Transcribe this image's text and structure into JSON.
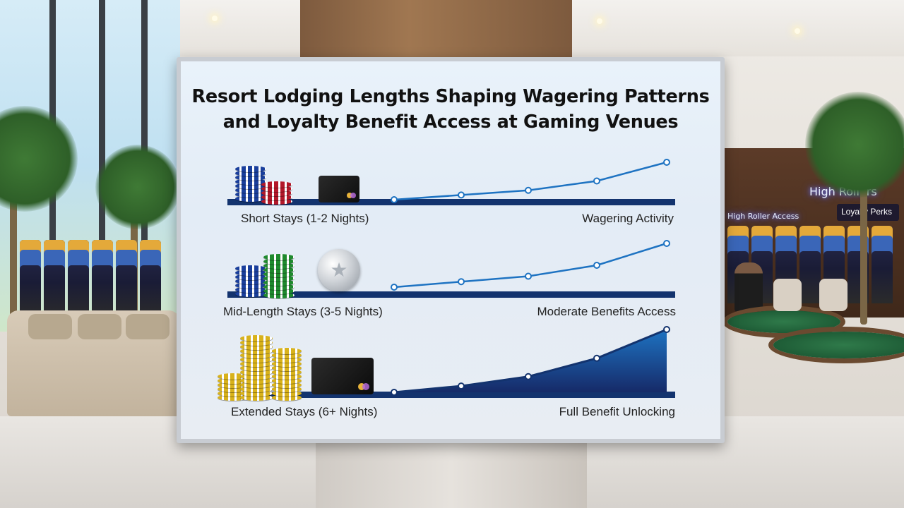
{
  "title": {
    "line1": "Resort Lodging Lengths Shaping Wagering Patterns",
    "line2": "and Loyalty Benefit Access at Gaming Venues"
  },
  "rows": [
    {
      "label": "Short Stays (1-2 Nights)",
      "metric": "Wagering Activity",
      "trend": [
        1,
        2,
        3,
        5,
        9
      ],
      "fill": false
    },
    {
      "label": "Mid-Length Stays (3-5 Nights)",
      "metric": "Moderate Benefits Access",
      "trend": [
        1,
        2,
        3,
        5,
        9
      ],
      "fill": false
    },
    {
      "label": "Extended Stays (6+ Nights)",
      "metric": "Full Benefit Unlocking",
      "trend": [
        1,
        2.2,
        4,
        7.5,
        13
      ],
      "fill": true
    }
  ],
  "background_signs": {
    "high_rollers": "High Rollers",
    "high_roller_access": "High Roller Access",
    "loyalty_perks": "Loyalty Perks"
  },
  "colors": {
    "line": "#1e73c2",
    "bar": "#13336e",
    "fill_top": "#1e73c2",
    "fill_bottom": "#162a68",
    "chip_blue": "#1a3f9c",
    "chip_red": "#b3182a",
    "chip_green": "#1f8a2e",
    "chip_gold": "#d8b21c"
  },
  "icons": [
    "poker-chips-icon",
    "credit-card-icon",
    "silver-medal-icon"
  ]
}
